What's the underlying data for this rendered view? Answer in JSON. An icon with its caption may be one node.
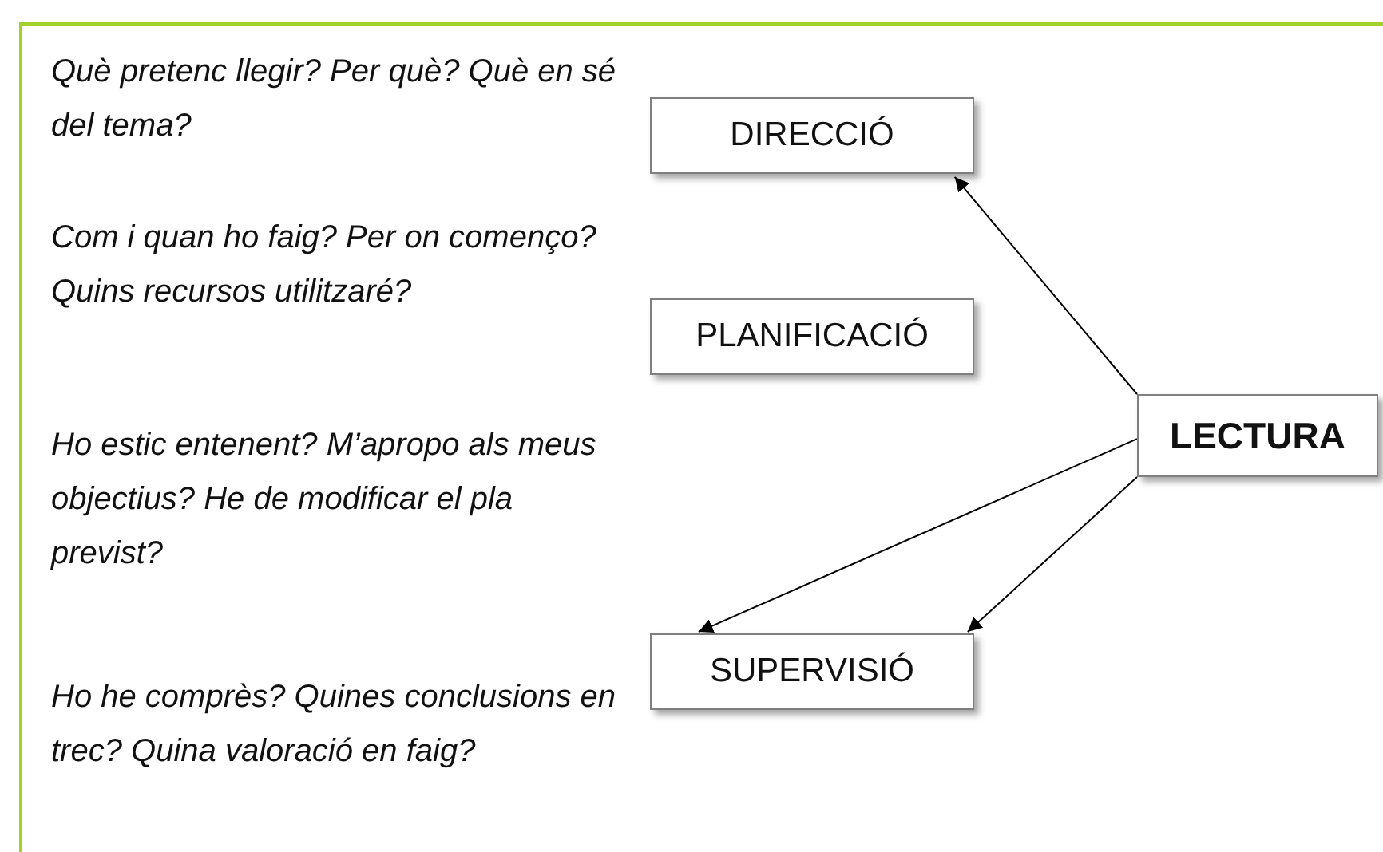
{
  "diagram": {
    "nodes": [
      {
        "text": [
          "DIRECCIÓ"
        ]
      },
      {
        "text": [
          "PLANIFICACIÓ"
        ]
      },
      {
        "text": [
          "LECTURA"
        ]
      },
      {
        "text": [
          "SUPERVISIÓ"
        ]
      }
    ],
    "edges": [
      {
        "from": 2,
        "to": 0,
        "arrow": "to"
      },
      {
        "from": 2,
        "to": 3,
        "arrow": "to"
      },
      {
        "from": 2,
        "to": 3,
        "arrow": "to"
      }
    ],
    "labels": [
      "Què pretenc llegir? Per què? Què en sé del tema?",
      "Com i quan ho faig? Per on començo? Quins recursos utilitzaré?",
      "Ho estic entenent? M’apropo als meus objectius? He de modificar el pla previst?",
      "Ho he comprès? Quines conclusions en trec? Quina valoració en faig?"
    ]
  }
}
